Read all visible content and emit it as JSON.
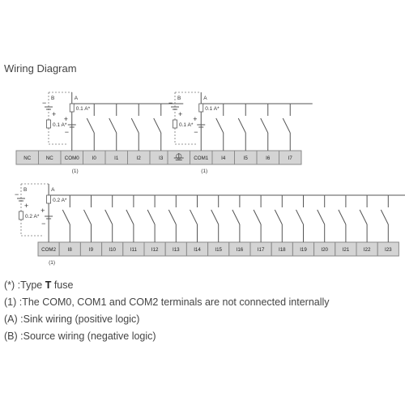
{
  "title": "Wiring Diagram",
  "blocks": [
    {
      "terminals": [
        "NC",
        "NC",
        "COM0",
        "I0",
        "I1",
        "I2",
        "I3"
      ],
      "fuse": "0.1 A*",
      "note": "(1)",
      "source_label": "B",
      "sink_label": "A"
    },
    {
      "terminals": [
        "",
        "COM1",
        "I4",
        "I5",
        "I6",
        "I7"
      ],
      "fuse": "0.1 A*",
      "note": "(1)",
      "source_label": "B",
      "sink_label": "A",
      "ground_icon": "ground-icon"
    },
    {
      "terminals": [
        "COM2",
        "I8",
        "I9",
        "I10",
        "I11",
        "I12",
        "I13",
        "I14",
        "I15",
        "I16",
        "I17",
        "I18",
        "I19",
        "I20",
        "I21",
        "I22",
        "I23"
      ],
      "fuse": "0.2 A*",
      "note": "(1)",
      "source_label": "B",
      "sink_label": "A"
    }
  ],
  "legend": {
    "fuse_prefix": "(*) :Type ",
    "fuse_type": "T",
    "fuse_suffix": " fuse",
    "note1": "(1) :The COM0, COM1 and COM2 terminals are not connected internally",
    "noteA": "(A) :Sink wiring (positive logic)",
    "noteB": "(B) :Source wiring (negative logic)"
  }
}
